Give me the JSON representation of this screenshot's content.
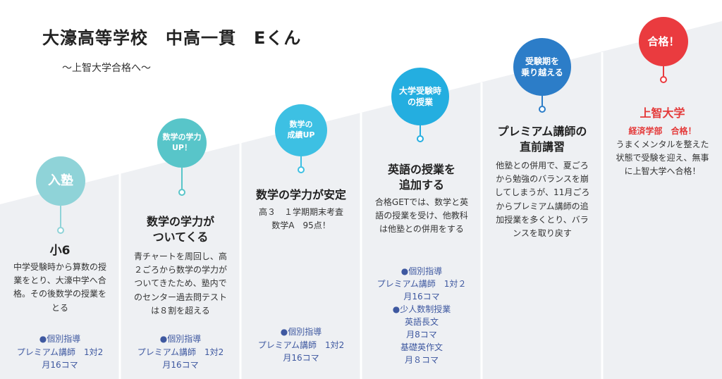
{
  "header": {
    "title": "大濠高等学校　中高一貫　Eくん",
    "subtitle": "〜上智大学合格へ〜"
  },
  "steps": [
    {
      "bubble": "入塾",
      "color": "#8fd3d8",
      "heading": "小6",
      "body": [
        "中学受験時から算数の授",
        "業をとり、大濠中学へ合",
        "格。その後数学の授業を",
        "とる"
      ],
      "course": [
        "●個別指導",
        "プレミアム講師　1対2",
        "月16コマ"
      ]
    },
    {
      "bubble": [
        "数学の学力",
        "UP！"
      ],
      "color": "#58c5c9",
      "heading": [
        "数学の学力が",
        "ついてくる"
      ],
      "body": [
        "青チャートを周回し、高",
        "２ごろから数学の学力が",
        "ついてきたため、塾内で",
        "のセンター過去問テスト",
        "は８割を超える"
      ],
      "course": [
        "●個別指導",
        "プレミアム講師　1対2",
        "月16コマ"
      ]
    },
    {
      "bubble": [
        "数学の",
        "成績UP"
      ],
      "color": "#3dc0e3",
      "heading": "数学の学力が安定",
      "body": [
        "高３　１学期期末考査",
        "数学A　95点！"
      ],
      "course": [
        "●個別指導",
        "プレミアム講師　1対2",
        "月16コマ"
      ]
    },
    {
      "bubble": [
        "大学受験時",
        "の授業"
      ],
      "color": "#24aee0",
      "heading": [
        "英語の授業を",
        "追加する"
      ],
      "body": [
        "合格GETでは、数学と英",
        "語の授業を受け、他教科",
        "は他塾との併用をする"
      ],
      "course": [
        "●個別指導",
        "プレミアム講師　1対２",
        "月16コマ",
        "●少人数制授業",
        "英語長文",
        "月8コマ",
        "基礎英作文",
        "月８コマ"
      ]
    },
    {
      "bubble": [
        "受験期を",
        "乗り越える"
      ],
      "color": "#2c7dc8",
      "heading": [
        "プレミアム講師の",
        "直前講習"
      ],
      "body": [
        "他塾との併用で、夏ごろ",
        "から勉強のバランスを崩",
        "してしまうが、11月ごろ",
        "からプレミアム講師の追",
        "加授業を多くとり、バラ",
        "ンスを取り戻す"
      ]
    },
    {
      "bubble": "合格！",
      "color": "#ea3b3f",
      "heading": "上智大学",
      "sub": "経済学部　合格！",
      "body": [
        "うまくメンタルを整えた",
        "状態で受験を迎え、無事",
        "に上智大学へ合格！"
      ]
    }
  ],
  "colors": {
    "band": "#eef0f3",
    "divider": "#ffffff",
    "course_text": "#3e58a0",
    "accent_red": "#e43a3a"
  }
}
